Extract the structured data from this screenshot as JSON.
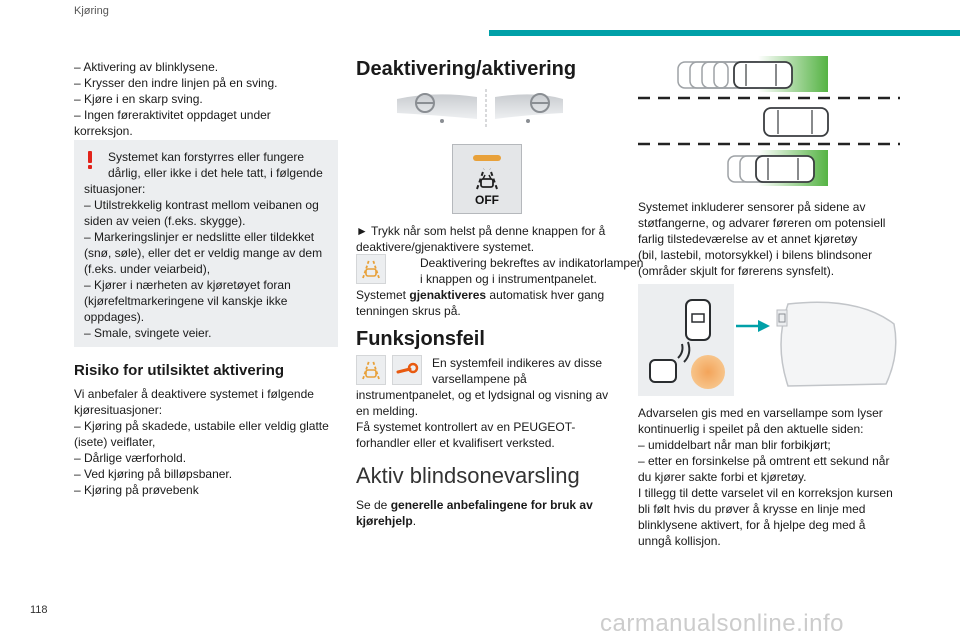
{
  "header": {
    "section": "Kjøring",
    "accent": "#00a0a8"
  },
  "page_number": "118",
  "watermark": "carmanualsonline.info",
  "col1": {
    "list1": [
      "– Aktivering av blinklysene.",
      "– Krysser den indre linjen på en sving.",
      "– Kjøre i en skarp sving.",
      "– Ingen føreraktivitet oppdaget under",
      "korreksjon."
    ],
    "warning": [
      "Systemet kan forstyrres eller fungere",
      "dårlig, eller ikke i det hele tatt, i følgende",
      "situasjoner:",
      "– Utilstrekkelig kontrast mellom veibanen og",
      "siden av veien (f.eks. skygge).",
      "– Markeringslinjer er nedslitte eller tildekket",
      "(snø, søle), eller det er veldig mange av dem",
      "(f.eks. under veiarbeid),",
      "– Kjører i nærheten av kjøretøyet foran",
      "(kjørefeltmarkeringene vil kanskje ikke",
      "oppdages).",
      "– Smale, svingete veier."
    ],
    "risk_heading": "Risiko for utilsiktet aktivering",
    "risk_text": [
      "Vi anbefaler å deaktivere systemet i følgende",
      "kjøresituasjoner:",
      "– Kjøring på skadede, ustabile eller veldig glatte",
      "(isete) veiflater,",
      "– Dårlige værforhold.",
      "– Ved kjøring på billøpsbaner.",
      "– Kjøring på prøvebenk"
    ]
  },
  "col2": {
    "heading1": "Deaktivering/aktivering",
    "off_label": "OFF",
    "press_text": [
      "► Trykk når som helst på denne knappen for å",
      "deaktivere/gjenaktivere systemet."
    ],
    "deact_text": [
      "Deaktivering bekreftes av indikatorlampen",
      "i knappen og i instrumentpanelet."
    ],
    "reactivate": {
      "pre": "Systemet ",
      "bold": "gjenaktiveres",
      "post": " automatisk hver gang",
      "line2": "tenningen skrus på."
    },
    "heading2": "Funksjonsfeil",
    "fault_text_a": [
      "En systemfeil indikeres av disse",
      "varsellampene på"
    ],
    "fault_text_b": [
      "instrumentpanelet, og et lydsignal og visning av",
      "en melding.",
      "Få systemet kontrollert av en PEUGEOT-",
      "forhandler eller et kvalifisert verksted."
    ],
    "heading3": "Aktiv blindsonevarsling",
    "see": {
      "pre": "Se de ",
      "bold1": "generelle anbefalingene for bruk av",
      "bold2": "kjørehjelp",
      "post": "."
    }
  },
  "col3": {
    "para1": [
      "Systemet inkluderer sensorer på sidene av",
      "støtfangerne, og advarer føreren om potensiell",
      "farlig tilstedeværelse av et annet kjøretøy",
      "(bil, lastebil, motorsykkel) i bilens blindsoner",
      "(områder skjult for førerens synsfelt)."
    ],
    "para2": [
      "Advarselen gis med en varsellampe som lyser",
      "kontinuerlig i speilet på den aktuelle siden:",
      "– umiddelbart når man blir forbikjørt;",
      "– etter en forsinkelse på omtrent ett sekund når",
      "du kjører sakte forbi et kjøretøy.",
      "I tillegg til dette varselet vil en korreksjon kursen",
      "bli følt hvis du prøver å krysse en linje med",
      "blinklysene aktivert, for å hjelpe deg med å",
      "unngå kollisjon."
    ]
  },
  "colors": {
    "warning_red": "#e2231a",
    "indicator_amber": "#e8a13a",
    "zone_green": "#4caf3a",
    "wrench_orange": "#e85a10"
  }
}
